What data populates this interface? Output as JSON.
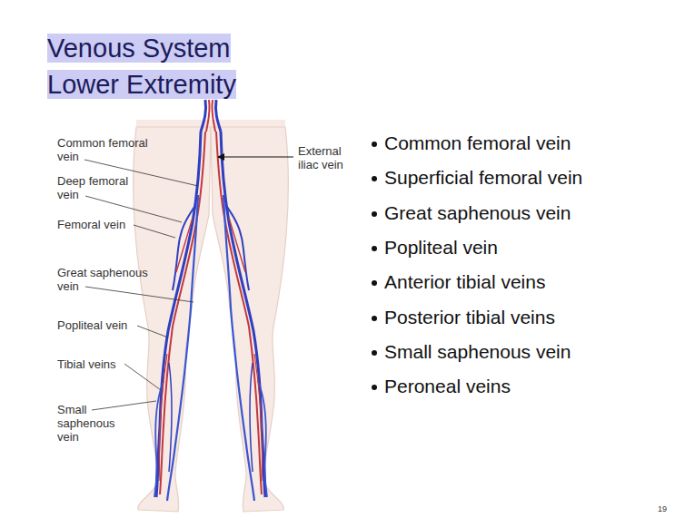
{
  "diagram": {
    "title": "Venous System Lower Extremity",
    "labels": [
      "Common femoral vein",
      "External iliac vein",
      "Deep femoral vein",
      "Femoral vein",
      "Great saphenous vein",
      "Popliteal vein",
      "Tibial veins",
      "Small saphenous vein",
      "Common femoral vein",
      "Superficial femoral vein",
      "Great saphenous vein",
      "Popliteal vein",
      "Anterior tibial veins",
      "Posterior tibial veins",
      "Small saphenous vein",
      "Peroneal veins",
      "19"
    ]
  }
}
